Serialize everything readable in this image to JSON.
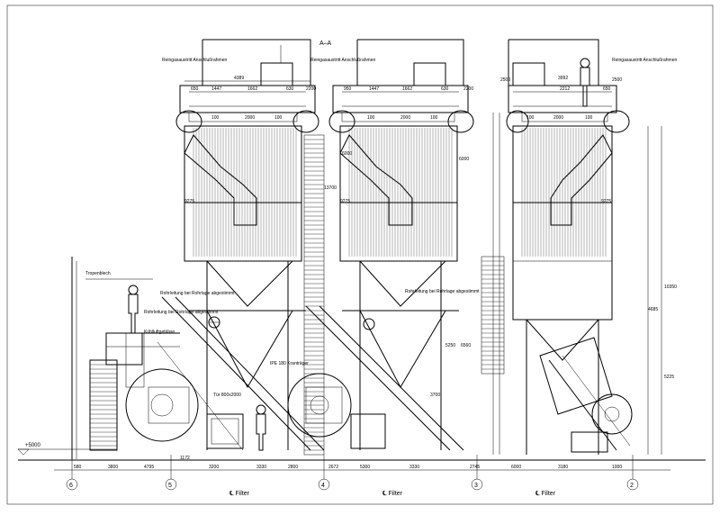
{
  "section_title": "A–A",
  "elevation": "+5000",
  "axis_labels": [
    "6",
    "5",
    "4",
    "3",
    "2"
  ],
  "filter_labels": [
    "℄ Filter",
    "℄ Filter",
    "℄ Filter"
  ],
  "bottom_dims": [
    "580",
    "3800",
    "4795",
    "1172",
    "3200",
    "3330",
    "2800",
    "2672",
    "5300",
    "3330",
    "2745",
    "6000",
    "3180",
    "1000"
  ],
  "top_dims": {
    "left": [
      "4389",
      "650",
      "1447",
      "1662",
      "630",
      "100",
      "2000",
      "100"
    ],
    "mid": [
      "950",
      "1447",
      "1662",
      "630",
      "100",
      "2000",
      "100"
    ],
    "right": [
      "3992",
      "2212",
      "650",
      "100",
      "2000",
      "100"
    ]
  },
  "side_dims": [
    "6000",
    "6000",
    "9275",
    "9275",
    "9275",
    "2200",
    "2200",
    "2500",
    "2500",
    "13700",
    "5250",
    "3700",
    "4685",
    "6560",
    "10350",
    "5225"
  ],
  "notes": {
    "left_top": "Reingasaustritt Anschlußrahmen",
    "mid_top": "Reingasaustritt Anschlußrahmen",
    "right_top": "Reingasaustritt Anschlußrahmen",
    "left_a": "Rohrleitung bei Rohrlage abgestimmt",
    "left_b": "Kühlluftgebläse",
    "left_c": "Rohrleitung bei Rohrlage abgestimmt",
    "mid_a": "Rohrleitung bei Rohrlage abgestimmt",
    "mid_b": "IPE 180 Kranträger",
    "door": "Tür 800x2000",
    "tropen": "Tropenblech"
  }
}
